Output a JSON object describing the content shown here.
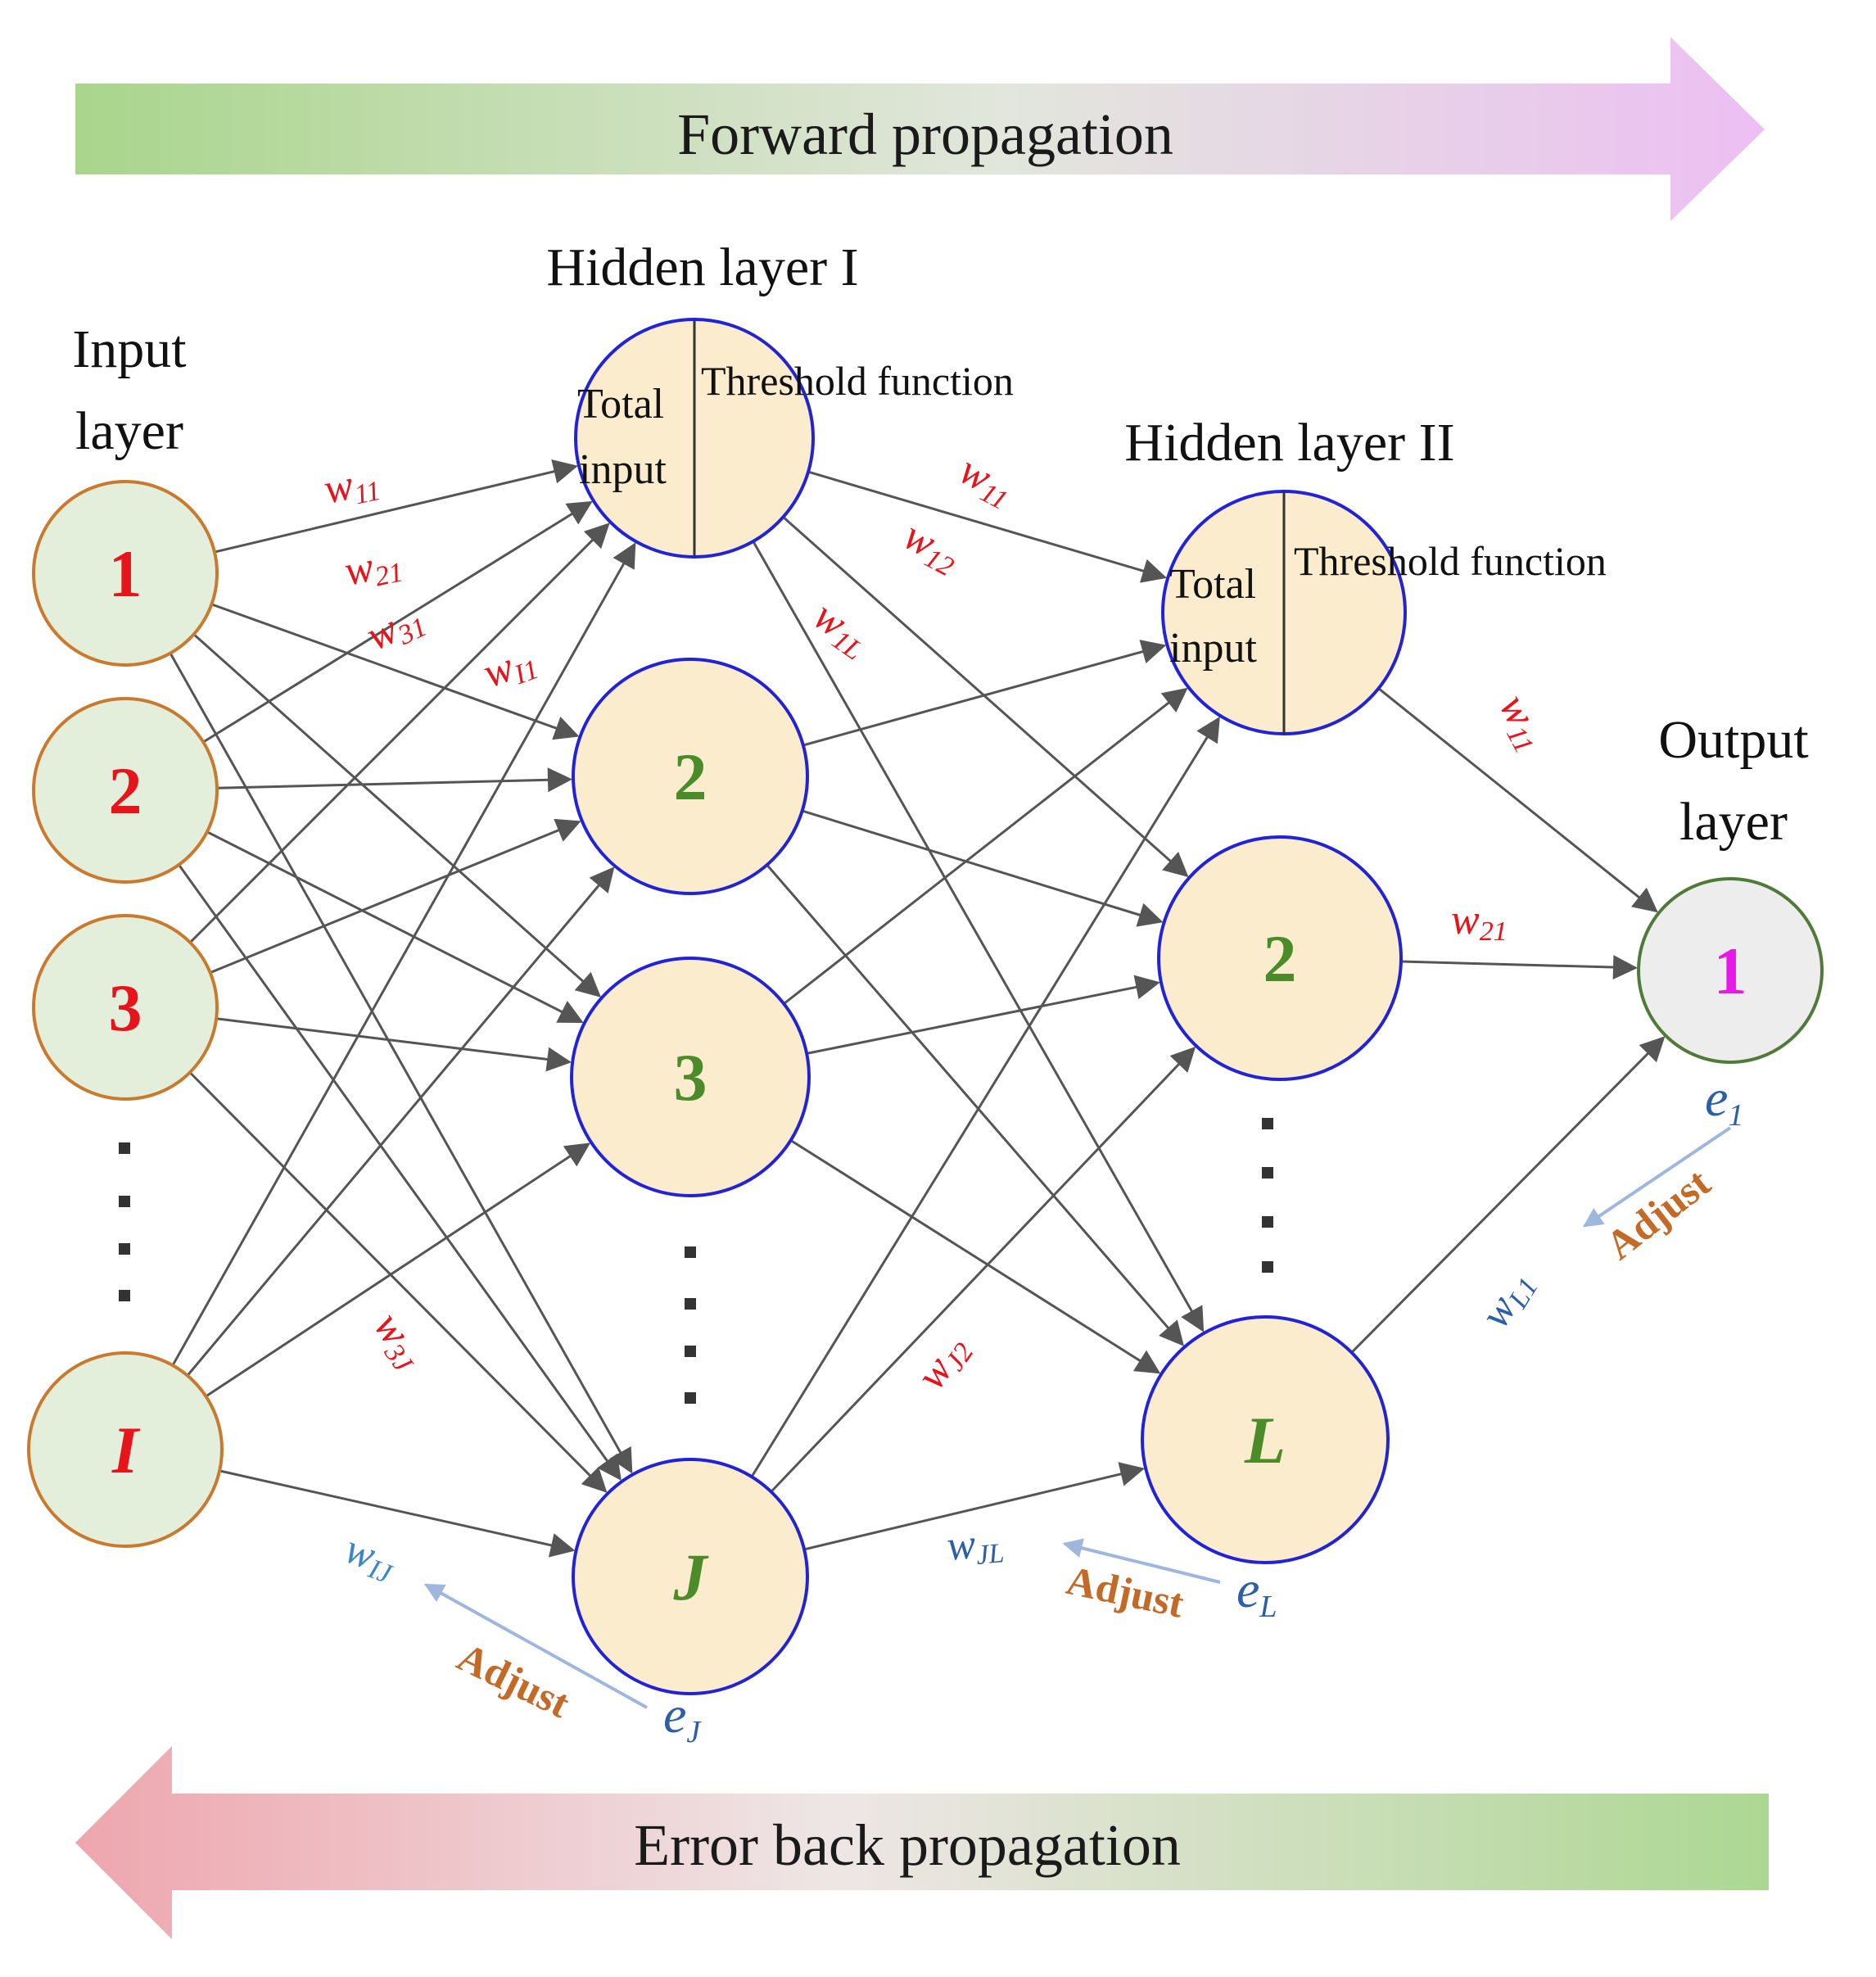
{
  "banners": {
    "forward": "Forward propagation",
    "backward": "Error back propagation"
  },
  "layer_titles": {
    "input_line1": "Input",
    "input_line2": "layer",
    "hidden1": "Hidden layer I",
    "hidden2": "Hidden layer II",
    "output_line1": "Output",
    "output_line2": "layer"
  },
  "threshold_node": {
    "total_line1": "Total",
    "total_line2": "input",
    "function": "Threshold function"
  },
  "input_nodes": [
    "1",
    "2",
    "3",
    "I"
  ],
  "hidden1_nodes": [
    "2",
    "3",
    "J"
  ],
  "hidden2_nodes": [
    "2",
    "L"
  ],
  "output_nodes": [
    "1"
  ],
  "weights": {
    "in_w11": {
      "base": "w",
      "sub": "11"
    },
    "in_w21": {
      "base": "w",
      "sub": "21"
    },
    "in_w31": {
      "base": "w",
      "sub": "31"
    },
    "in_wI1": {
      "base": "w",
      "sub": "I1"
    },
    "in_w3J": {
      "base": "w",
      "sub": "3J"
    },
    "in_wIJ": {
      "base": "w",
      "sub": "IJ"
    },
    "h_w11": {
      "base": "w",
      "sub": "11"
    },
    "h_w12": {
      "base": "w",
      "sub": "12"
    },
    "h_w1L": {
      "base": "w",
      "sub": "1L"
    },
    "h_wJ2": {
      "base": "w",
      "sub": "J2"
    },
    "h_wJL": {
      "base": "w",
      "sub": "JL"
    },
    "o_w11": {
      "base": "w",
      "sub": "11"
    },
    "o_w21": {
      "base": "w",
      "sub": "21"
    },
    "o_wL1": {
      "base": "w",
      "sub": "L1"
    }
  },
  "errors": {
    "e1": {
      "base": "e",
      "sub": "1"
    },
    "eL": {
      "base": "e",
      "sub": "L"
    },
    "eJ": {
      "base": "e",
      "sub": "J"
    }
  },
  "adjust_label": "Adjust",
  "colors": {
    "input_num": "#e8141b",
    "hidden_num": "#4b8b2a",
    "output_num": "#e619e6",
    "weight_red": "#e8141b",
    "weight_blue": "#2c5fa6",
    "adjust": "#c46a28"
  }
}
